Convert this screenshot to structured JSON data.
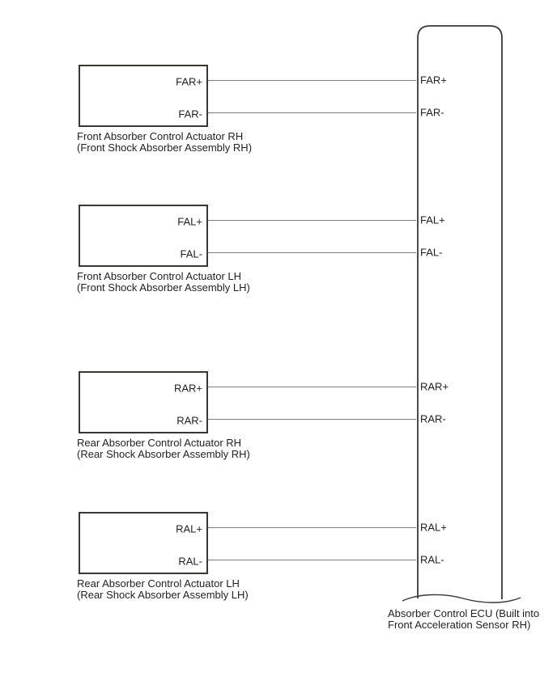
{
  "diagram_type": "wiring-diagram",
  "colors": {
    "outline": "#3a3633",
    "wire": "#7d7d7d",
    "text": "#231f20",
    "background": "#ffffff"
  },
  "actuators": [
    {
      "pins": [
        "FAR+",
        "FAR-"
      ],
      "caption": [
        "Front Absorber Control Actuator RH",
        "(Front Shock Absorber Assembly RH)"
      ]
    },
    {
      "pins": [
        "FAL+",
        "FAL-"
      ],
      "caption": [
        "Front Absorber Control Actuator LH",
        "(Front Shock Absorber Assembly LH)"
      ]
    },
    {
      "pins": [
        "RAR+",
        "RAR-"
      ],
      "caption": [
        "Rear Absorber Control Actuator RH",
        "(Rear Shock Absorber Assembly RH)"
      ]
    },
    {
      "pins": [
        "RAL+",
        "RAL-"
      ],
      "caption": [
        "Rear Absorber Control Actuator LH",
        "(Rear Shock Absorber Assembly LH)"
      ]
    }
  ],
  "ecu": {
    "pins": [
      "FAR+",
      "FAR-",
      "FAL+",
      "FAL-",
      "RAR+",
      "RAR-",
      "RAL+",
      "RAL-"
    ],
    "caption": [
      "Absorber Control ECU (Built into",
      "Front Acceleration Sensor RH)"
    ]
  }
}
